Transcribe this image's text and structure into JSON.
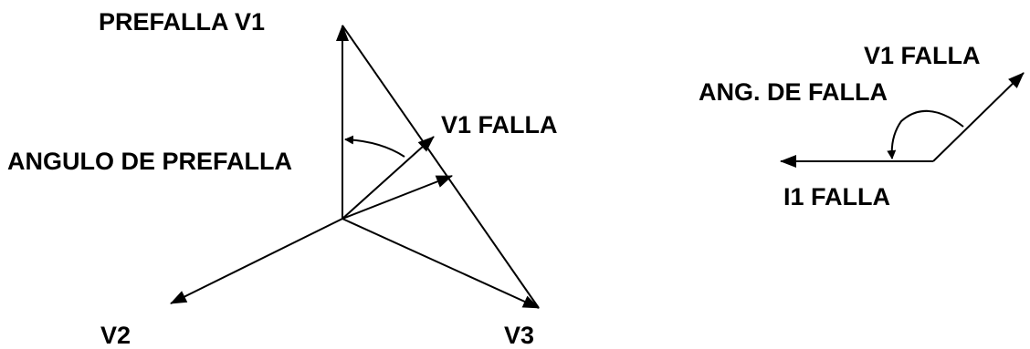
{
  "labels": {
    "prefalla_v1": "PREFALLA V1",
    "angulo_prefalla": "ANGULO DE PREFALLA",
    "v1_falla_left": "V1 FALLA",
    "v2": "V2",
    "v3": "V3",
    "v1_falla_right": "V1 FALLA",
    "ang_de_falla": "ANG. DE FALLA",
    "i1_falla": "I1 FALLA"
  },
  "colors": {
    "stroke": "#000000",
    "background": "#ffffff"
  }
}
